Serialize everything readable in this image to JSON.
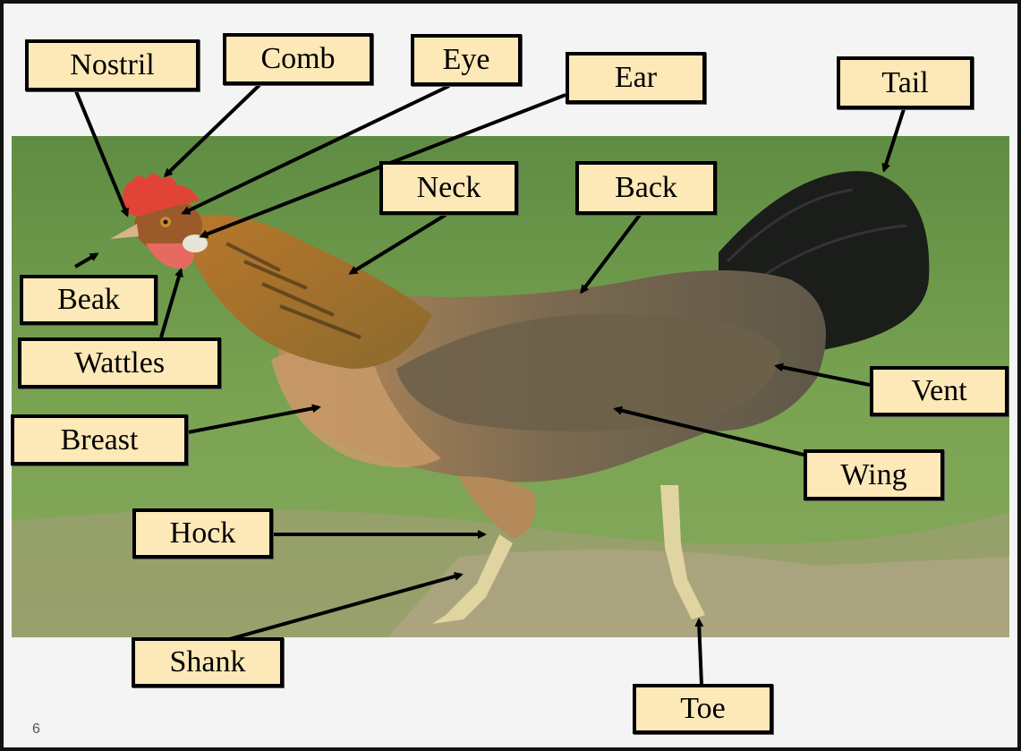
{
  "labels": {
    "nostril": "Nostril",
    "comb": "Comb",
    "eye": "Eye",
    "ear": "Ear",
    "tail": "Tail",
    "neck": "Neck",
    "back": "Back",
    "beak": "Beak",
    "wattles": "Wattles",
    "vent": "Vent",
    "breast": "Breast",
    "wing": "Wing",
    "hock": "Hock",
    "shank": "Shank",
    "toe": "Toe"
  },
  "page_number": "6",
  "colors": {
    "label_fill": "#fde8b8",
    "grass": "#6e9a4a",
    "soil": "#b8a78a"
  }
}
